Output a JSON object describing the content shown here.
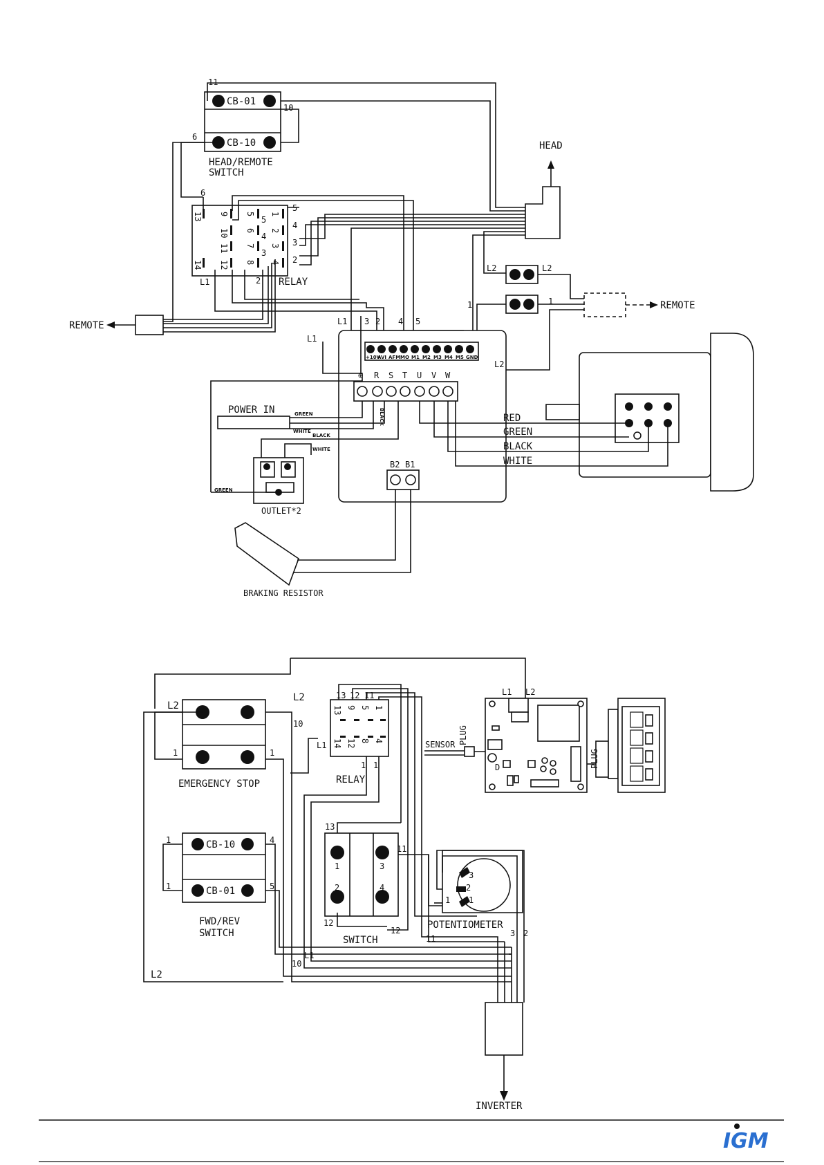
{
  "top": {
    "cb01": "CB-01",
    "cb10": "CB-10",
    "head_remote_switch": [
      "HEAD/REMOTE",
      "SWITCH"
    ],
    "wire_11": "11",
    "wire_10": "10",
    "wire_6a": "6",
    "wire_6b": "6",
    "head": "HEAD",
    "remote_left": "REMOTE",
    "remote_right": "REMOTE",
    "relay": "RELAY",
    "relay_left_pins": [
      "13",
      "9",
      "10",
      "11",
      "14",
      "12"
    ],
    "relay_mid_pins": [
      "5",
      "6",
      "7",
      "8"
    ],
    "relay_right_pins": [
      "1",
      "2",
      "3",
      "4"
    ],
    "relay_out_nums": [
      "5",
      "4",
      "3",
      "2"
    ],
    "relay_inner_nums": [
      "5",
      "4",
      "3",
      "2"
    ],
    "relay_l1": "L1",
    "l2_a": "L2",
    "l2_b": "L2",
    "one_a": "1",
    "one_b": "1",
    "l1_a": "L1",
    "l1_b": "L1",
    "l2_c": "L2",
    "terminal_nums": [
      "3",
      "2",
      "4",
      "5"
    ],
    "terminal_block_labels": [
      "+10V",
      "AVI",
      "AFM",
      "MO",
      "M1",
      "M2",
      "M3",
      "M4",
      "M5",
      "GND"
    ],
    "power_terminals": [
      "R",
      "S",
      "T",
      "U",
      "V",
      "W"
    ],
    "ground_symbol": "⊕",
    "power_in": "POWER IN",
    "green1": "GREEN",
    "white1": "WHITE",
    "black1": "BLACK",
    "white2": "WHITE",
    "black_vert": "BLACK",
    "green2": "GREEN",
    "outlet": "OUTLET*2",
    "motor_colors": [
      "RED",
      "GREEN",
      "BLACK",
      "WHITE"
    ],
    "b2": "B2",
    "b1": "B1",
    "braking_resistor": "BRAKING RESISTOR"
  },
  "bottom": {
    "l2_a": "L2",
    "l2_b": "L2",
    "ten": "10",
    "one_a": "1",
    "one_b": "1",
    "emergency_stop": "EMERGENCY STOP",
    "relay": "RELAY",
    "relay_top_pins": [
      "13",
      "12",
      "11"
    ],
    "relay_row1": [
      "13",
      "9",
      "5",
      "1"
    ],
    "relay_row2": [
      "14",
      "12",
      "8",
      "4"
    ],
    "relay_l1": "L1",
    "relay_bottom": [
      "1",
      "1"
    ],
    "l1_top": "L1",
    "l2_top": "L2",
    "sensor": "SENSOR",
    "plug1": "PLUG",
    "plug2": "PLUG",
    "board_d": "D",
    "cb10": "CB-10",
    "cb01": "CB-01",
    "fwd_rev": [
      "FWD/REV",
      "SWITCH"
    ],
    "fwd_nums": [
      "1",
      "4",
      "1",
      "5"
    ],
    "switch": "SWITCH",
    "switch_nums": [
      "13",
      "1",
      "3",
      "11",
      "2",
      "4",
      "12",
      "12"
    ],
    "potentiometer": "POTENTIOMETER",
    "pot_pins": [
      "3",
      "2",
      "1",
      "1"
    ],
    "pot_out": [
      "3",
      "2"
    ],
    "eleven": "11",
    "l1": "L1",
    "ten_b": "10",
    "l2_c": "L2",
    "inverter": "INVERTER"
  },
  "footer": {
    "logo": "IGM"
  }
}
